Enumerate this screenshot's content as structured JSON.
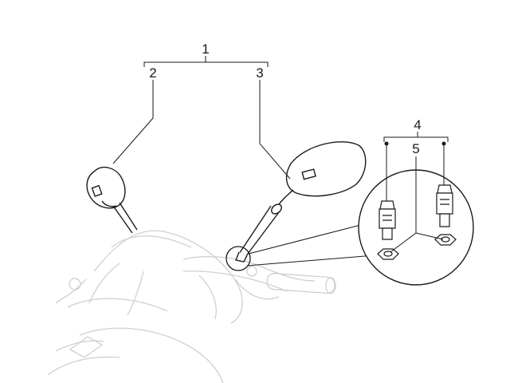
{
  "diagram": {
    "callouts": {
      "assembly": "1",
      "left_mirror": "2",
      "right_mirror": "3",
      "fixing_kit": "4",
      "nut": "5"
    }
  },
  "colors": {
    "line": "#1a1a1a",
    "ghost": "#cfcfcf",
    "background": "#ffffff"
  }
}
